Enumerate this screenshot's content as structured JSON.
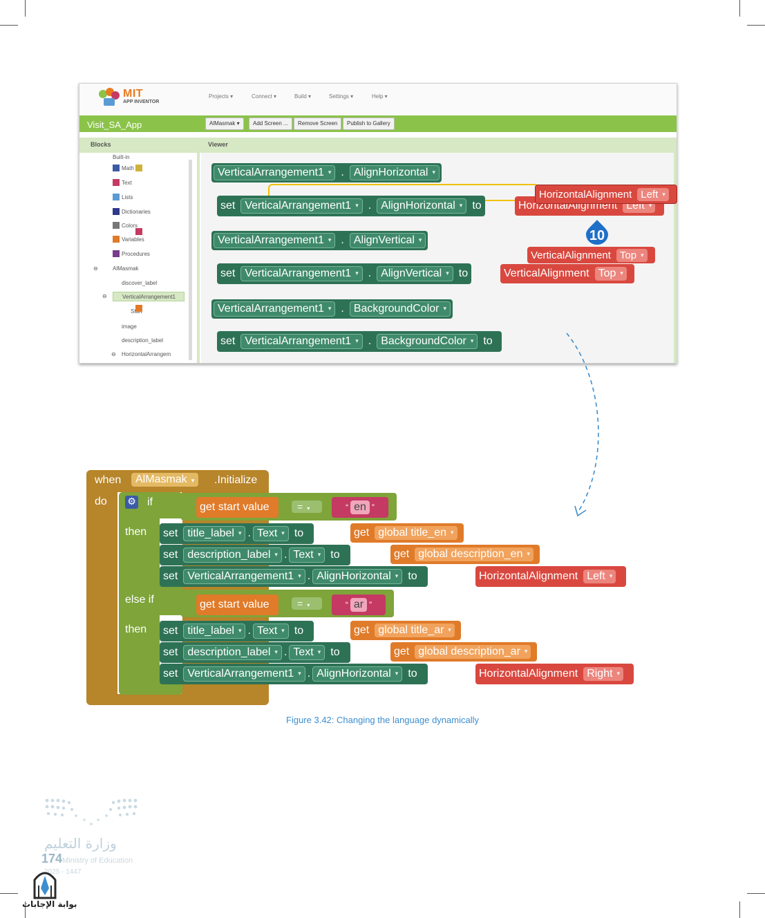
{
  "app": {
    "logo_title": "MIT",
    "logo_sub": "APP INVENTOR",
    "menus": [
      "Projects ▾",
      "Connect ▾",
      "Build ▾",
      "Settings ▾",
      "Help ▾"
    ],
    "project_title": "Visit_SA_App",
    "buttons": [
      "AlMasmak ▾",
      "Add Screen ...",
      "Remove Screen",
      "Publish to Gallery"
    ],
    "blocks_label": "Blocks",
    "viewer_label": "Viewer",
    "tree": [
      {
        "label": "Built-in",
        "color": ""
      },
      {
        "label": "Math",
        "color": "#3b5ba5"
      },
      {
        "label": "Text",
        "color": "#c43a62"
      },
      {
        "label": "Lists",
        "color": "#5b9bd5"
      },
      {
        "label": "Dictionaries",
        "color": "#2d3a8c"
      },
      {
        "label": "Colors",
        "color": "#777777"
      },
      {
        "label": "Variables",
        "color": "#e07b2a"
      },
      {
        "label": "Procedures",
        "color": "#7a3c8c"
      },
      {
        "label": "AlMasmak",
        "color": ""
      },
      {
        "label": "discover_label",
        "color": ""
      },
      {
        "label": "VerticalArrangement1",
        "color": ""
      },
      {
        "label": "Start",
        "color": ""
      },
      {
        "label": "image",
        "color": ""
      },
      {
        "label": "description_label",
        "color": ""
      },
      {
        "label": "HorizontalArrangem",
        "color": ""
      }
    ],
    "viewer_blocks": {
      "getter1": {
        "component": "VerticalArrangement1",
        "property": "AlignHorizontal"
      },
      "setter1": {
        "set": "set",
        "component": "VerticalArrangement1",
        "property": "AlignHorizontal",
        "to": "to",
        "value_label": "HorizontalAlignment",
        "value": "Left"
      },
      "getter2": {
        "component": "VerticalArrangement1",
        "property": "AlignVertical"
      },
      "setter2": {
        "set": "set",
        "component": "VerticalArrangement1",
        "property": "AlignVertical",
        "to": "to",
        "value_label": "VerticalAlignment",
        "value": "Top"
      },
      "getter3": {
        "component": "VerticalArrangement1",
        "property": "BackgroundColor"
      },
      "setter3": {
        "set": "set",
        "component": "VerticalArrangement1",
        "property": "BackgroundColor",
        "to": "to"
      }
    },
    "floating": [
      {
        "label": "HorizontalAlignment",
        "value": "Left"
      },
      {
        "label": "VerticalAlignment",
        "value": "Top"
      }
    ],
    "callout_number": "10"
  },
  "code": {
    "when": "when",
    "component": "AlMasmak",
    "event": ".Initialize",
    "do": "do",
    "if": "if",
    "else_if": "else if",
    "then": "then",
    "cond1": {
      "get": "get start value",
      "op": "=",
      "value": "en"
    },
    "cond2": {
      "get": "get start value",
      "op": "=",
      "value": "ar"
    },
    "branch1": [
      {
        "set": "set",
        "component": "title_label",
        "property": "Text",
        "to": "to",
        "get": "get",
        "var": "global title_en"
      },
      {
        "set": "set",
        "component": "description_label",
        "property": "Text",
        "to": "to",
        "get": "get",
        "var": "global description_en"
      },
      {
        "set": "set",
        "component": "VerticalArrangement1",
        "property": "AlignHorizontal",
        "to": "to",
        "value_label": "HorizontalAlignment",
        "value": "Left"
      }
    ],
    "branch2": [
      {
        "set": "set",
        "component": "title_label",
        "property": "Text",
        "to": "to",
        "get": "get",
        "var": "global title_ar"
      },
      {
        "set": "set",
        "component": "description_label",
        "property": "Text",
        "to": "to",
        "get": "get",
        "var": "global description_ar"
      },
      {
        "set": "set",
        "component": "VerticalArrangement1",
        "property": "AlignHorizontal",
        "to": "to",
        "value_label": "HorizontalAlignment",
        "value": "Right"
      }
    ]
  },
  "caption": "Figure 3.42: Changing the language dynamically",
  "footer": {
    "page_number": "174",
    "ministry_ar": "وزارة التعليم",
    "ministry_en": "Ministry of Education",
    "year": "2025 - 1447",
    "portal": "بوابة الإجابات"
  }
}
